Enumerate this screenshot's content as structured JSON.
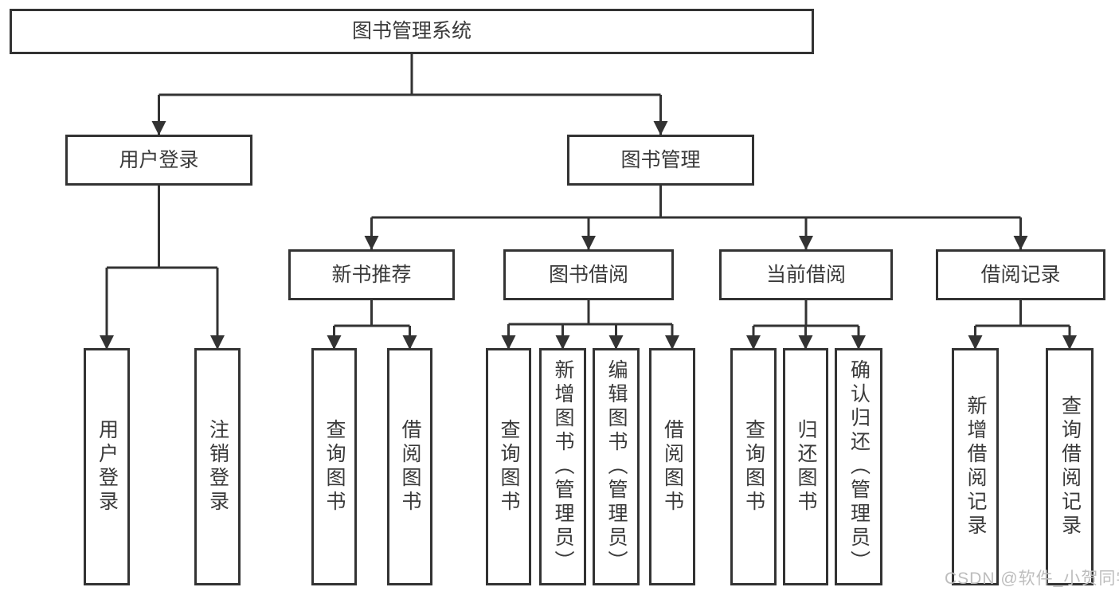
{
  "title": {
    "label": "图书管理系统"
  },
  "branches": [
    {
      "label": "用户登录",
      "children": [
        {
          "label": "用户登录"
        },
        {
          "label": "注销登录"
        }
      ]
    },
    {
      "label": "图书管理",
      "children": [
        {
          "label": "新书推荐",
          "children": [
            {
              "label": "查询图书"
            },
            {
              "label": "借阅图书"
            }
          ]
        },
        {
          "label": "图书借阅",
          "children": [
            {
              "label": "查询图书"
            },
            {
              "label": "新增图书（管理员）"
            },
            {
              "label": "编辑图书（管理员）"
            },
            {
              "label": "借阅图书"
            }
          ]
        },
        {
          "label": "当前借阅",
          "children": [
            {
              "label": "查询图书"
            },
            {
              "label": "归还图书"
            },
            {
              "label": "确认归还（管理员）"
            }
          ]
        },
        {
          "label": "借阅记录",
          "children": [
            {
              "label": "新增借阅记录"
            },
            {
              "label": "查询借阅记录"
            }
          ]
        }
      ]
    }
  ],
  "watermark": {
    "text": "CSDN @软件_小贺同学"
  },
  "colors": {
    "line": "#333333",
    "text": "#3a3a3a",
    "watermark": "#bdbdbd",
    "bg": "#ffffff"
  }
}
